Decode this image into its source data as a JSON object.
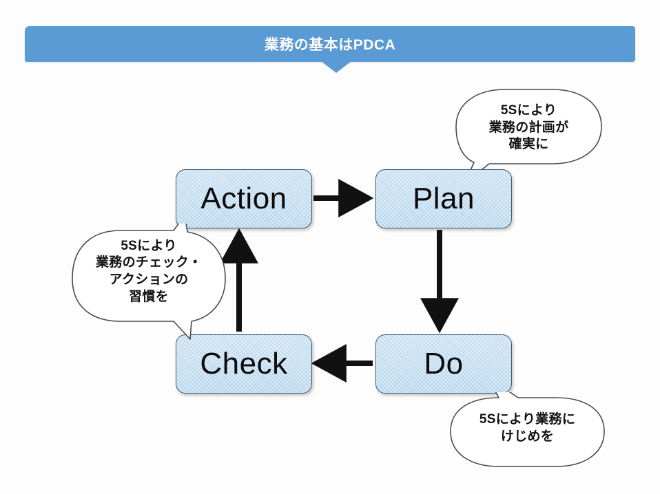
{
  "header": {
    "title": "業務の基本はPDCA",
    "banner_color": "#5b9bd5",
    "text_color": "#ffffff"
  },
  "theme": {
    "background": "#fdfdfd",
    "box_fill": "#c0dbf0",
    "box_border": "#3f586b",
    "arrow_color": "#111111",
    "bubble_fill": "#ffffff",
    "bubble_border": "#4a4a4a"
  },
  "diagram": {
    "type": "cycle",
    "nodes": [
      {
        "id": "action",
        "label": "Action"
      },
      {
        "id": "plan",
        "label": "Plan"
      },
      {
        "id": "check",
        "label": "Check"
      },
      {
        "id": "do",
        "label": "Do"
      }
    ],
    "edges": [
      {
        "from": "action",
        "to": "plan",
        "direction": "right"
      },
      {
        "from": "plan",
        "to": "do",
        "direction": "down"
      },
      {
        "from": "do",
        "to": "check",
        "direction": "left"
      },
      {
        "from": "check",
        "to": "action",
        "direction": "up"
      }
    ],
    "callouts": [
      {
        "id": "callout-plan",
        "target": "plan",
        "tail": "bottom-left",
        "lines": [
          "5Sにより",
          "業務の計画が",
          "確実に"
        ]
      },
      {
        "id": "callout-check",
        "target": "action-and-check",
        "tail": "top-right-and-bottom-right",
        "lines": [
          "5Sにより",
          "業務のチェック・",
          "アクションの",
          "習慣を"
        ]
      },
      {
        "id": "callout-do",
        "target": "do",
        "tail": "top-left",
        "lines": [
          "5Sにより業務に",
          "けじめを"
        ]
      }
    ]
  }
}
